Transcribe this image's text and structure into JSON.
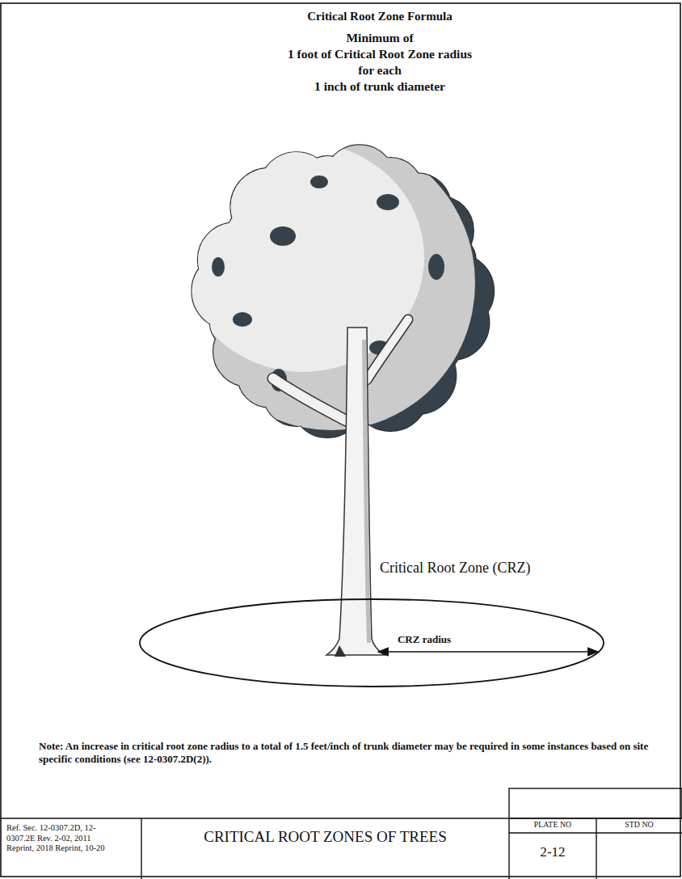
{
  "diagram": {
    "title": "Critical Root Zone Formula",
    "nodes": [
      {
        "text": [
          "Critical Root Zone (CRZ)",
          "CRZ radius"
        ]
      },
      {
        "text": [
          "Ref. Sec. 12-0307.2D, 12-0307.2E Rev. 2-02, 2011 Reprint, 2018 Reprint, 10-20"
        ]
      },
      {
        "text": [
          "CRITICAL ROOT ZONES OF TREES"
        ]
      },
      {
        "text": [
          "PLATE NO",
          "2-12"
        ]
      },
      {
        "text": [
          "STD NO"
        ]
      }
    ],
    "labels": [
      "Minimum of",
      "1 foot of Critical Root Zone radius",
      "for each",
      "1 inch of trunk diameter",
      "Note: An increase in critical root zone radius to a total of 1.5 feet/inch of trunk diameter may be required in some instances based on site specific conditions (see 12-0307.2D(2))."
    ]
  }
}
